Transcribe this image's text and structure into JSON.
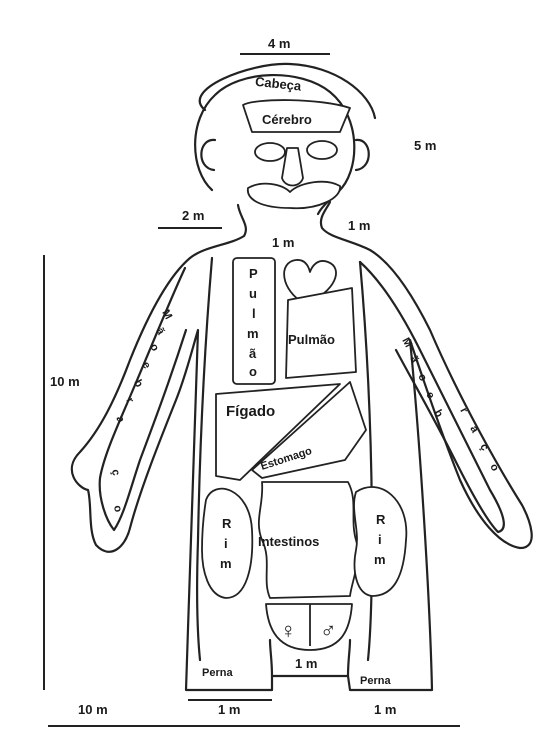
{
  "labels": {
    "head": "Cabeça",
    "brain": "Cérebro",
    "lung_left_letters": [
      "P",
      "u",
      "l",
      "m",
      "ã",
      "o"
    ],
    "lung_right": "Pulmão",
    "liver": "Fígado",
    "stomach": "Estomago",
    "kidney_letters": [
      "R",
      "i",
      "m"
    ],
    "intestines": "Intestinos",
    "female_symbol": "♀",
    "male_symbol": "♂",
    "leg": "Perna",
    "right_arm_letters": [
      "M",
      "ã",
      "o",
      "e",
      "b",
      "r",
      "a",
      "ç",
      "o"
    ],
    "left_arm_letters": [
      "M",
      "ã",
      "o",
      "e",
      "b",
      "r",
      "a",
      "ç",
      "o"
    ]
  },
  "measurements": {
    "head_width": "4 m",
    "head_height": "5 m",
    "shoulder_left": "2 m",
    "shoulder_right": "1 m",
    "neck": "1 m",
    "torso_height": "10 m",
    "total_width": "10 m",
    "crotch": "1 m",
    "leg_left_width": "1 m",
    "leg_right_width": "1 m"
  }
}
